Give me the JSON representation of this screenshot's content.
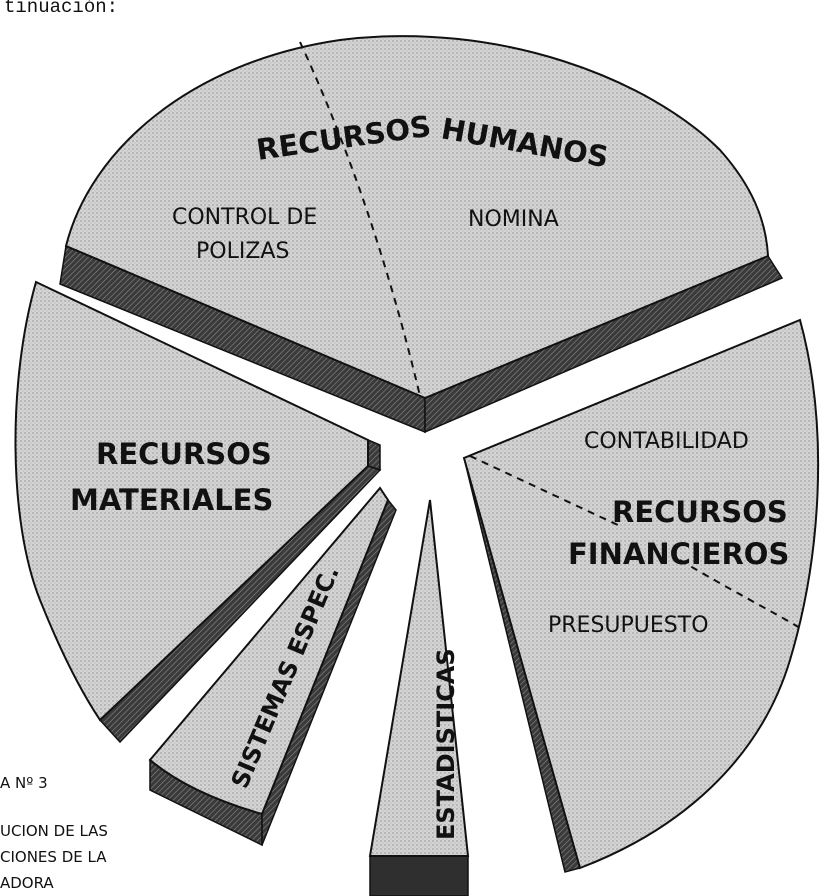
{
  "intro_text": "tinuación:",
  "diagram": {
    "sectors": {
      "recursos_humanos": {
        "title": "RECURSOS HUMANOS",
        "subsections": [
          "CONTROL DE POLIZAS",
          "NOMINA"
        ],
        "title_parts": [
          "RECURSOS",
          "HUMANOS"
        ],
        "sub_lines": {
          "control": [
            "CONTROL DE",
            "POLIZAS"
          ],
          "nomina": "NOMINA"
        }
      },
      "recursos_materiales": {
        "lines": [
          "RECURSOS",
          "MATERIALES"
        ]
      },
      "sistemas_espec": {
        "label": "SISTEMAS ESPEC."
      },
      "estadisticas": {
        "label": "ESTADISTICAS"
      },
      "recursos_financieros": {
        "lines": [
          "RECURSOS",
          "FINANCIEROS"
        ],
        "subsections": [
          "CONTABILIDAD",
          "PRESUPUESTO"
        ]
      }
    }
  },
  "caption": {
    "line1": "A Nº 3",
    "line2": "UCION DE LAS",
    "line3": "CIONES DE LA",
    "line4": "ADORA"
  },
  "colors": {
    "face": "#d2d2d2",
    "side": "#4a4a4a",
    "side_dark": "#2a2a2a",
    "outline": "#111111",
    "background": "#ffffff"
  }
}
